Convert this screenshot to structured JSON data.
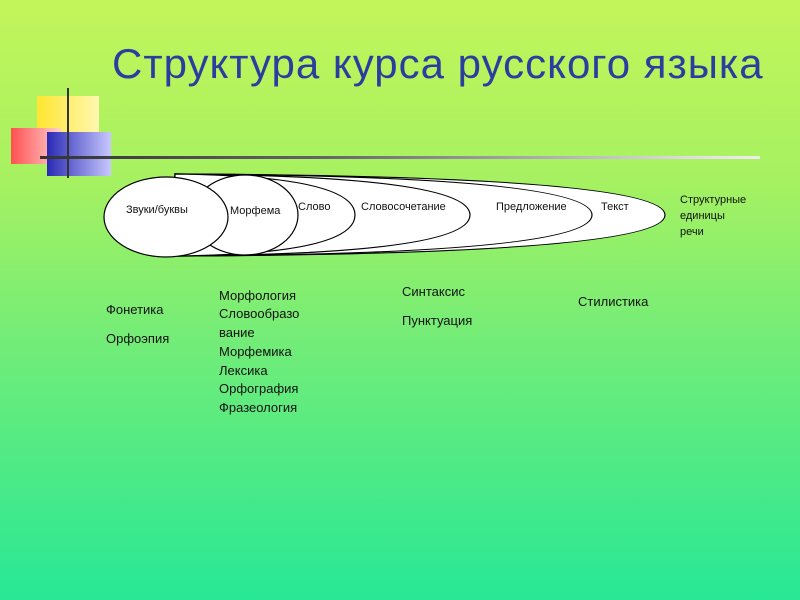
{
  "title": "Структура курса русского языка",
  "units": [
    "Звуки/буквы",
    "Морфема",
    "Слово",
    "Словосочетание",
    "Предложение",
    "Текст"
  ],
  "units_caption": [
    "Структурные",
    "единицы",
    "речи"
  ],
  "sections": [
    [
      "Фонетика",
      "Орфоэпия"
    ],
    [
      "Морфология",
      "Словообразо",
      "вание",
      "Морфемика",
      "Лексика",
      "Орфография",
      "Фразеология"
    ],
    [
      "Синтаксис",
      "Пунктуация"
    ],
    [
      "Стилистика"
    ]
  ]
}
